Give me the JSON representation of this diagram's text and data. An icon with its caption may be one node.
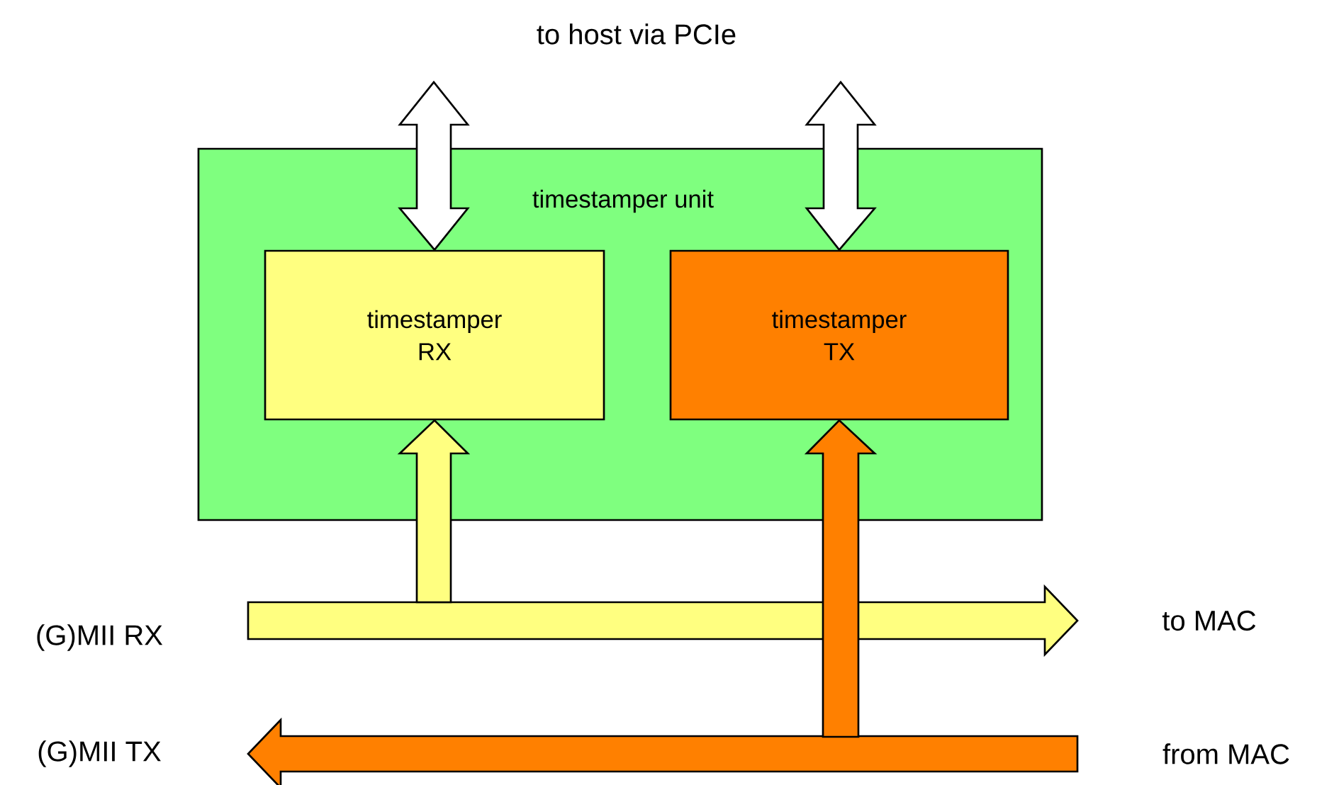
{
  "diagram": {
    "nodes": [
      {
        "text": [
          "timestamper unit"
        ]
      },
      {
        "text": [
          "timestamper RX"
        ],
        "in": 0
      },
      {
        "text": [
          "timestamper TX"
        ],
        "in": 0
      },
      {
        "text": [
          "to host via PCIe"
        ]
      },
      {
        "text": [
          "(G)MII RX"
        ]
      },
      {
        "text": [
          "to MAC"
        ]
      },
      {
        "text": [
          "(G)MII TX"
        ]
      },
      {
        "text": [
          "from MAC"
        ]
      }
    ],
    "edges": [
      {
        "from": 1,
        "to": 3,
        "arrow": "both",
        "color": "#ffffff"
      },
      {
        "from": 2,
        "to": 3,
        "arrow": "both",
        "color": "#ffffff"
      },
      {
        "from": 4,
        "to": 5,
        "arrow": "to",
        "color": "#ffff80"
      },
      {
        "from": null,
        "to": 1,
        "arrow": "to",
        "color": "#ffff80"
      },
      {
        "from": 7,
        "to": 6,
        "arrow": "to",
        "color": "#ff8000"
      },
      {
        "from": null,
        "to": 2,
        "arrow": "to",
        "color": "#ff8000"
      }
    ]
  }
}
